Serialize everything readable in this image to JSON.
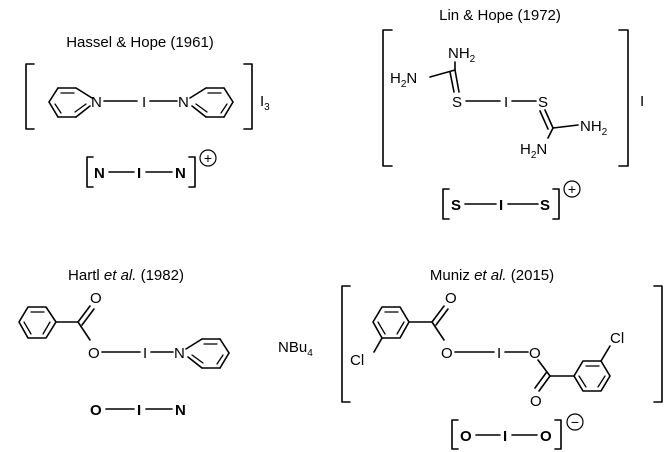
{
  "panels": {
    "hassel": {
      "title": "Hassel & Hope (1961)",
      "counter_ion": "I",
      "counter_sub": "3",
      "atoms": {
        "n1": "N",
        "i": "I",
        "n2": "N"
      },
      "motif": {
        "a": "N",
        "b": "I",
        "c": "N",
        "charge": "+"
      }
    },
    "lin": {
      "title": "Lin & Hope (1972)",
      "counter_ion": "I",
      "atoms": {
        "nh2_top": "NH",
        "nh2_top_sub": "2",
        "h2n_left": "H",
        "h2n_left_sub": "2",
        "h2n_left_n": "N",
        "s1": "S",
        "i": "I",
        "s2": "S",
        "nh2_right": "NH",
        "nh2_right_sub": "2",
        "h2n_bottom": "H",
        "h2n_bottom_sub": "2",
        "h2n_bottom_n": "N"
      },
      "motif": {
        "a": "S",
        "b": "I",
        "c": "S",
        "charge": "+"
      }
    },
    "hartl": {
      "title_pre": "Hartl ",
      "title_em": "et al.",
      "title_post": " (1982)",
      "atoms": {
        "o_carbonyl": "O",
        "o_ester": "O",
        "i": "I",
        "n": "N"
      },
      "motif": {
        "a": "O",
        "b": "I",
        "c": "N"
      }
    },
    "muniz": {
      "title_pre": "Muniz ",
      "title_em": "et al.",
      "title_post": " (2015)",
      "counter_ion": "NBu",
      "counter_sub": "4",
      "atoms": {
        "cl_left": "Cl",
        "o_carbonyl_left": "O",
        "o_left": "O",
        "i": "I",
        "o_right": "O",
        "o_carbonyl_right": "O",
        "cl_right": "Cl"
      },
      "motif": {
        "a": "O",
        "b": "I",
        "c": "O",
        "charge": "−"
      }
    }
  }
}
